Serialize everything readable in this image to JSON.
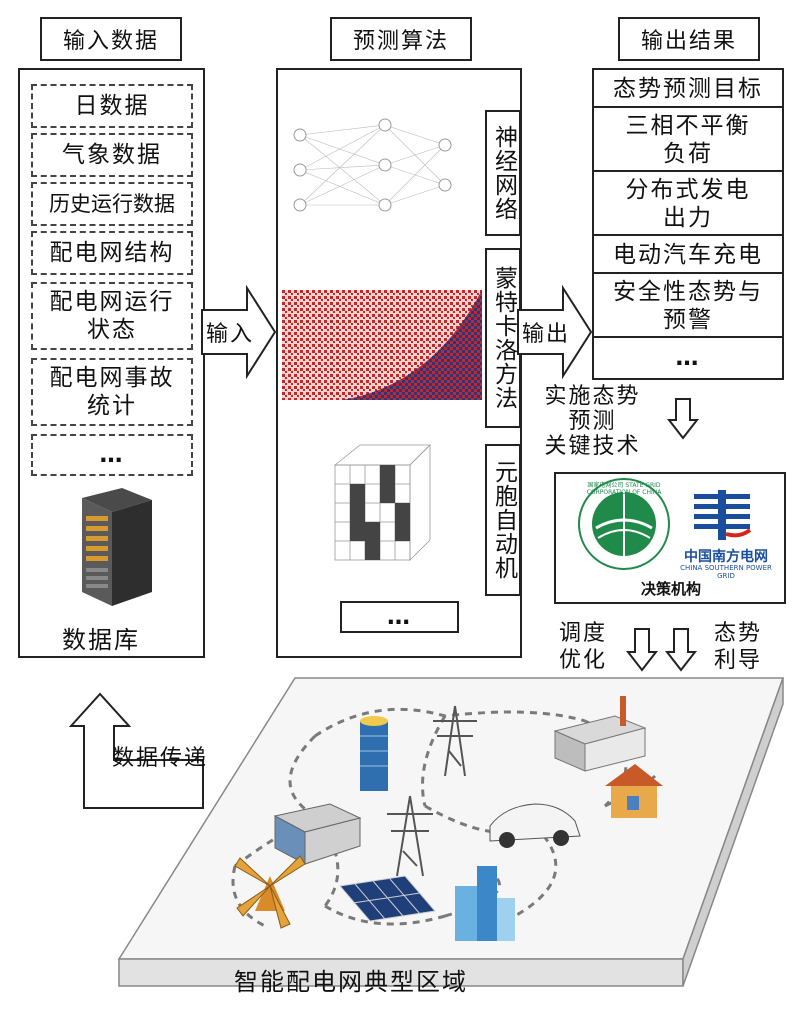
{
  "headers": {
    "input_data": "输入数据",
    "prediction_algorithm": "预测算法",
    "output_results": "输出结果"
  },
  "input_items": [
    "日数据",
    "气象数据",
    "历史运行数据",
    "配电网结构",
    "配电网运行\n状态",
    "配电网事故\n统计",
    "…"
  ],
  "database_label": "数据库",
  "input_arrow_label": "输入",
  "algorithms": [
    {
      "label": "神经网络"
    },
    {
      "label": "蒙特卡洛方法"
    },
    {
      "label": "元胞自动机"
    }
  ],
  "algorithm_more": "…",
  "output_arrow_label": "输出",
  "output_items": [
    "态势预测目标",
    "三相不平衡\n负荷",
    "分布式发电\n出力",
    "电动汽车充电",
    "安全性态势与\n预警",
    "…"
  ],
  "key_tech_label": "实施态势\n预测\n关键技术",
  "decision": {
    "label": "决策机构",
    "sgcc_text": "国家电网公司 STATE GRID CORPORATION OF CHINA",
    "csg_name_cn": "中国南方电网",
    "csg_name_en": "CHINA SOUTHERN POWER GRID"
  },
  "dispatch_label": "调度\n优化",
  "situation_label": "态势\n利导",
  "data_transfer_label": "数据传递",
  "region_label": "智能配电网典型区域",
  "colors": {
    "border": "#222222",
    "sgcc_green": "#1f8a4a",
    "csg_blue": "#1a4e9c",
    "csg_red": "#d6241c",
    "monte_red": "#c0282a",
    "monte_blue": "#2a3580"
  }
}
